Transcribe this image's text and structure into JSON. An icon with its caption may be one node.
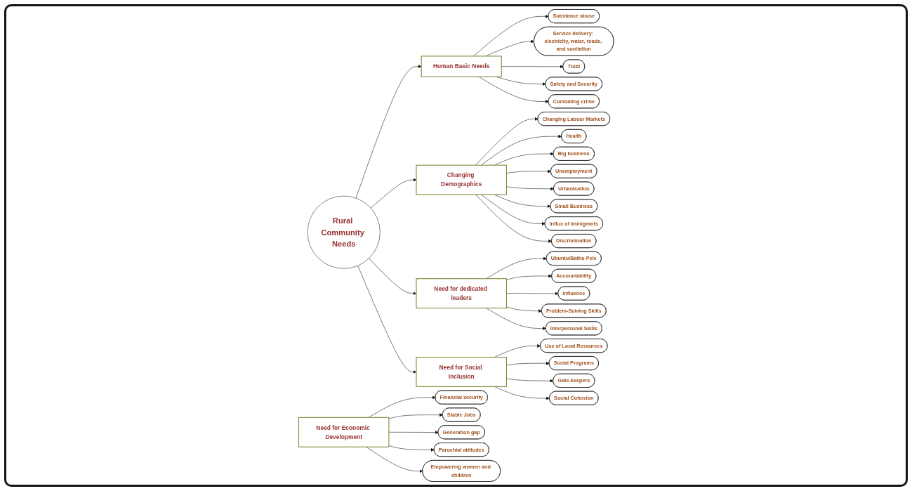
{
  "diagram": {
    "nodes": [
      {
        "text": [
          "Rural Community Needs"
        ]
      },
      {
        "text": [
          "Human Basic Needs"
        ]
      },
      {
        "text": [
          "Substance abuse"
        ]
      },
      {
        "text": [
          "Service delivery: electricity, water, roads, and sanitation"
        ]
      },
      {
        "text": [
          "Trust"
        ]
      },
      {
        "text": [
          "Safety and Security"
        ]
      },
      {
        "text": [
          "Combating crime"
        ]
      },
      {
        "text": [
          "Changing Demographics"
        ]
      },
      {
        "text": [
          "Changing Labour Markets"
        ]
      },
      {
        "text": [
          "Health"
        ]
      },
      {
        "text": [
          "Big business"
        ]
      },
      {
        "text": [
          "Unemployment"
        ]
      },
      {
        "text": [
          "Urbanisation"
        ]
      },
      {
        "text": [
          "Small Business"
        ]
      },
      {
        "text": [
          "Influx of immigrants"
        ]
      },
      {
        "text": [
          "Discrimination"
        ]
      },
      {
        "text": [
          "Need for dedicated leaders"
        ]
      },
      {
        "text": [
          "Ubuntu/Batho Pele"
        ]
      },
      {
        "text": [
          "Accountability"
        ]
      },
      {
        "text": [
          "Influence"
        ]
      },
      {
        "text": [
          "Problem-Solving Skills"
        ]
      },
      {
        "text": [
          "Interpersonal Skills"
        ]
      },
      {
        "text": [
          "Need for Social Inclusion"
        ]
      },
      {
        "text": [
          "Use of Local Resources"
        ]
      },
      {
        "text": [
          "Social Programs"
        ]
      },
      {
        "text": [
          "Gate-keepers"
        ]
      },
      {
        "text": [
          "Social Cohesion"
        ]
      },
      {
        "text": [
          "Need for Economic Development"
        ]
      },
      {
        "text": [
          "Financial security"
        ]
      },
      {
        "text": [
          "Stable Jobs"
        ]
      },
      {
        "text": [
          "Generation gap"
        ]
      },
      {
        "text": [
          "Parochial attitudes"
        ]
      },
      {
        "text": [
          "Empowering women and children"
        ]
      }
    ],
    "edges": [
      {
        "from": 0,
        "to": 1,
        "arrow": "to"
      },
      {
        "from": 0,
        "to": 7,
        "arrow": "to"
      },
      {
        "from": 0,
        "to": 16,
        "arrow": "to"
      },
      {
        "from": 0,
        "to": 22,
        "arrow": "to"
      },
      {
        "from": 1,
        "to": 2,
        "arrow": "to"
      },
      {
        "from": 1,
        "to": 3,
        "arrow": "to"
      },
      {
        "from": 1,
        "to": 4,
        "arrow": "to"
      },
      {
        "from": 1,
        "to": 5,
        "arrow": "to"
      },
      {
        "from": 1,
        "to": 6,
        "arrow": "to"
      },
      {
        "from": 7,
        "to": 8,
        "arrow": "to"
      },
      {
        "from": 7,
        "to": 9,
        "arrow": "to"
      },
      {
        "from": 7,
        "to": 10,
        "arrow": "to"
      },
      {
        "from": 7,
        "to": 11,
        "arrow": "to"
      },
      {
        "from": 7,
        "to": 12,
        "arrow": "to"
      },
      {
        "from": 7,
        "to": 13,
        "arrow": "to"
      },
      {
        "from": 7,
        "to": 14,
        "arrow": "to"
      },
      {
        "from": 7,
        "to": 15,
        "arrow": "to"
      },
      {
        "from": 16,
        "to": 17,
        "arrow": "to"
      },
      {
        "from": 16,
        "to": 18,
        "arrow": "to"
      },
      {
        "from": 16,
        "to": 19,
        "arrow": "to"
      },
      {
        "from": 16,
        "to": 20,
        "arrow": "to"
      },
      {
        "from": 16,
        "to": 21,
        "arrow": "to"
      },
      {
        "from": 22,
        "to": 23,
        "arrow": "to"
      },
      {
        "from": 22,
        "to": 24,
        "arrow": "to"
      },
      {
        "from": 22,
        "to": 25,
        "arrow": "to"
      },
      {
        "from": 22,
        "to": 26,
        "arrow": "to"
      },
      {
        "from": 27,
        "to": 28,
        "arrow": "to"
      },
      {
        "from": 27,
        "to": 29,
        "arrow": "to"
      },
      {
        "from": 27,
        "to": 30,
        "arrow": "to"
      },
      {
        "from": 27,
        "to": 31,
        "arrow": "to"
      },
      {
        "from": 27,
        "to": 32,
        "arrow": "to"
      }
    ]
  }
}
